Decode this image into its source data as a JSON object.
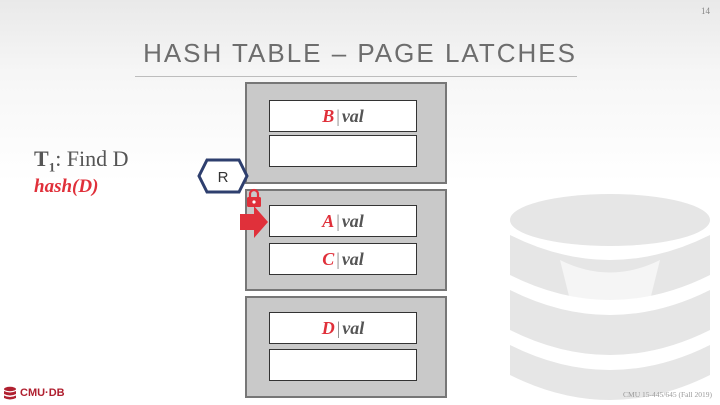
{
  "slide": {
    "number": "14",
    "title": "HASH TABLE – PAGE LATCHES"
  },
  "transaction": {
    "name_prefix": "T",
    "name_sub": "1",
    "action": ": Find D",
    "hash_expr": "hash(D)"
  },
  "latch": {
    "mode_label": "R"
  },
  "pages": [
    {
      "slots": [
        {
          "key": "B",
          "sep": "|",
          "val": "val"
        },
        {
          "key": "",
          "sep": "",
          "val": ""
        }
      ]
    },
    {
      "slots": [
        {
          "key": "A",
          "sep": "|",
          "val": "val"
        },
        {
          "key": "C",
          "sep": "|",
          "val": "val"
        }
      ]
    },
    {
      "slots": [
        {
          "key": "D",
          "sep": "|",
          "val": "val"
        },
        {
          "key": "",
          "sep": "",
          "val": ""
        }
      ]
    }
  ],
  "footer": {
    "logo_text": "CMU·DB",
    "course": "CMU 15-445/645 (Fall 2019)"
  },
  "colors": {
    "accent_red": "#e0303a",
    "latch_border": "#2e3f6e",
    "page_fill": "#c9c9c9"
  },
  "icons": {
    "lock": "lock-icon",
    "pointer": "arrow-right-icon",
    "logo": "database-icon",
    "background": "database-watermark-icon"
  }
}
